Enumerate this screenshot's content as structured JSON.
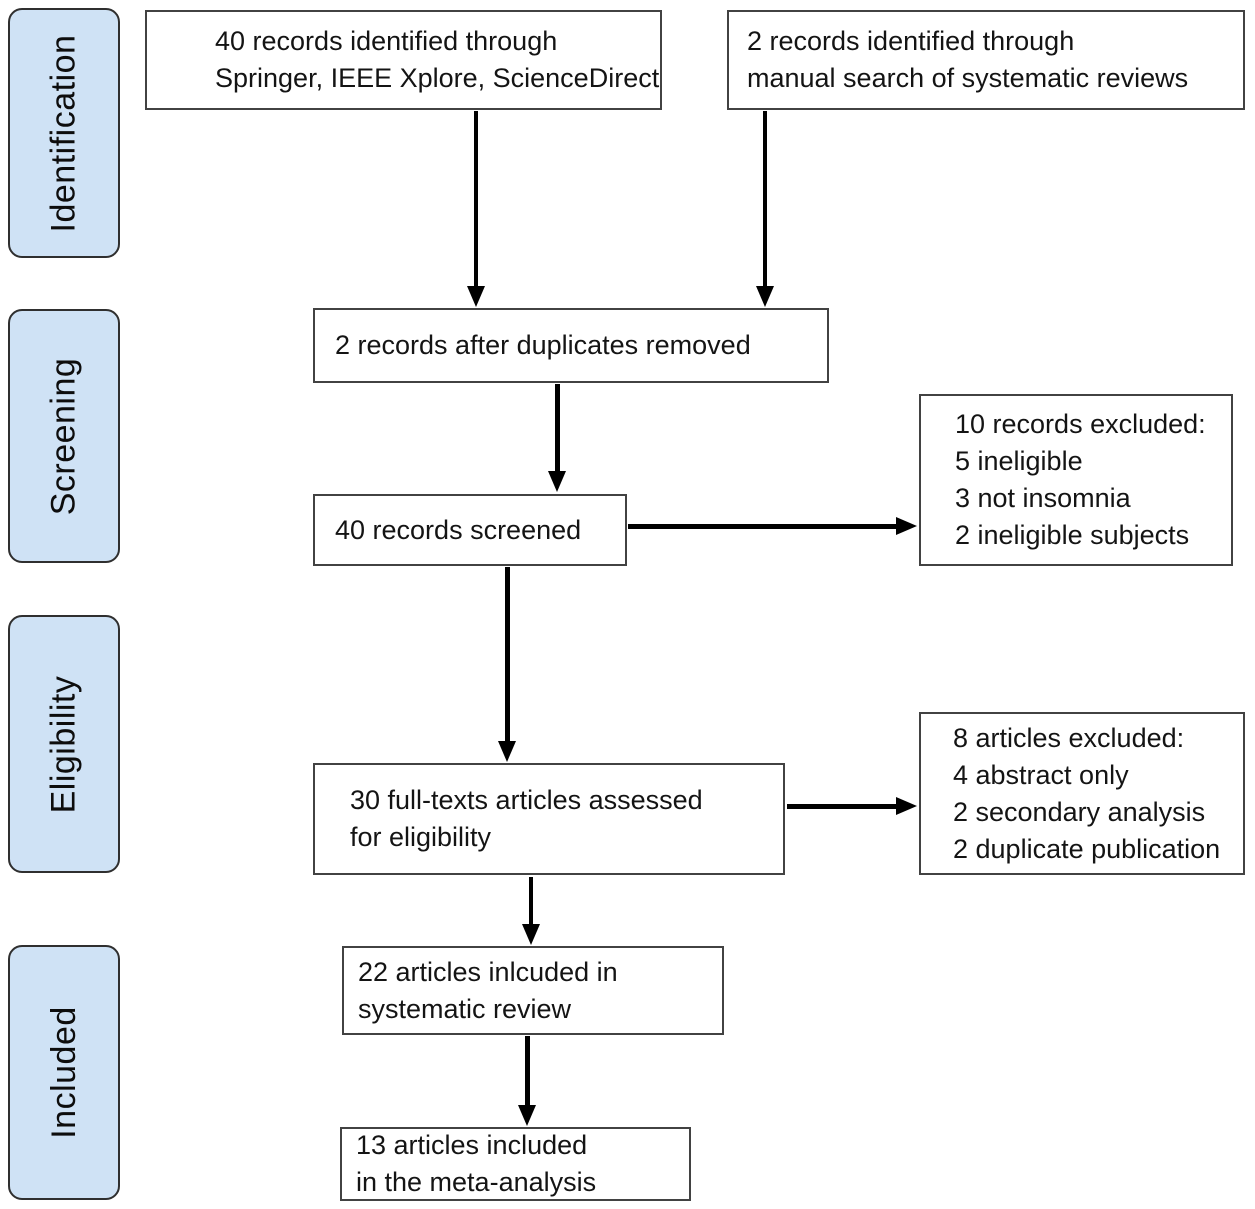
{
  "diagram": {
    "stages": [
      "Identification",
      "Screening",
      "Eligibility",
      "Included"
    ],
    "boxes": {
      "identified_databases": {
        "lines": [
          "40 records identified through",
          "Springer, IEEE Xplore, ScienceDirect"
        ]
      },
      "identified_manual": {
        "lines": [
          "2 records identified through",
          "manual search of systematic reviews"
        ]
      },
      "after_duplicates": {
        "lines": [
          "2 records after duplicates removed"
        ]
      },
      "screened": {
        "lines": [
          "40 records screened"
        ]
      },
      "records_excluded": {
        "lines": [
          "10 records excluded:",
          "5 ineligible",
          "3 not insomnia",
          "2 ineligible subjects"
        ]
      },
      "fulltext_assessed": {
        "lines": [
          "30 full-texts articles assessed",
          "for eligibility"
        ]
      },
      "articles_excluded": {
        "lines": [
          "8 articles excluded:",
          "4 abstract only",
          "2 secondary analysis",
          "2 duplicate publication"
        ]
      },
      "included_systematic_review": {
        "lines": [
          "22 articles inlcuded in",
          "systematic review"
        ]
      },
      "included_meta_analysis": {
        "lines": [
          "13 articles included",
          "in the meta-analysis"
        ]
      }
    },
    "colors": {
      "stage_fill": "#cfe2f5",
      "stage_border": "#2f2f2f",
      "flow_box_border": "#424242",
      "arrow": "#000000",
      "text": "#141414",
      "background": "#ffffff"
    }
  }
}
